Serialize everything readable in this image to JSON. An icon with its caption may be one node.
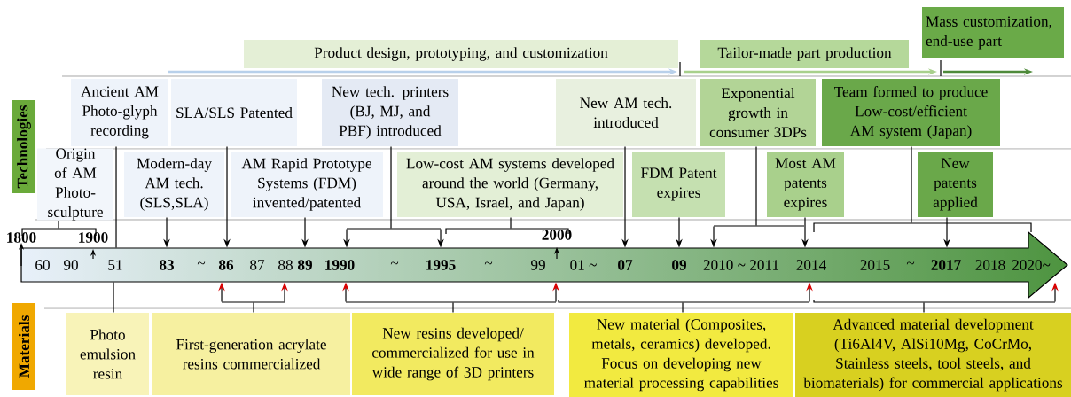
{
  "diagram": {
    "nodes": [
      {
        "text": [
          "Product design, prototyping, and customization"
        ]
      },
      {
        "text": [
          "Tailor-made part production"
        ]
      },
      {
        "text": [
          "Mass customization, end-use part"
        ]
      },
      {
        "text": [
          "Technologies"
        ]
      },
      {
        "text": [
          "Ancient AM Photo-glyph recording"
        ]
      },
      {
        "text": [
          "SLA/SLS Patented"
        ]
      },
      {
        "text": [
          "New tech. printers (BJ, MJ, and PBF) introduced"
        ]
      },
      {
        "text": [
          "New AM tech. introduced"
        ]
      },
      {
        "text": [
          "Exponential growth in consumer 3DPs"
        ]
      },
      {
        "text": [
          "Team formed to produce Low-cost/efficient AM system (Japan)"
        ]
      },
      {
        "text": [
          "Origin of AM Photo-sculpture"
        ]
      },
      {
        "text": [
          "Modern-day AM tech. (SLS,SLA)"
        ]
      },
      {
        "text": [
          "AM Rapid Prototype Systems (FDM) invented/patented"
        ]
      },
      {
        "text": [
          "Low-cost AM systems developed around the world (Germany, USA, Israel, and Japan)"
        ]
      },
      {
        "text": [
          "FDM Patent expires"
        ]
      },
      {
        "text": [
          "Most AM patents expires"
        ]
      },
      {
        "text": [
          "New patents applied"
        ]
      },
      {
        "text": [
          "60",
          "90",
          "51",
          "83",
          "~",
          "86",
          "87",
          "88",
          "89",
          "1990",
          "~",
          "1995",
          "~",
          "99",
          "01 ~",
          "07",
          "09",
          "2010 ~ 2011",
          "2014",
          "2015",
          "~",
          "2017",
          "2018",
          "2020~"
        ]
      },
      {
        "text": [
          "Materials"
        ]
      },
      {
        "text": [
          "Photo emulsion resin"
        ]
      },
      {
        "text": [
          "First-generation acrylate resins commercialized"
        ]
      },
      {
        "text": [
          "New resins developed/ commercialized for use in wide range of 3D printers"
        ]
      },
      {
        "text": [
          "New material (Composites, metals, ceramics) developed. Focus on developing new material processing capabilities"
        ]
      },
      {
        "text": [
          "Advanced material development (Ti6Al4V, AlSi10Mg, CoCrMo, Stainless steels, tool steels, and biomaterials) for commercial applications"
        ]
      },
      {
        "text": [],
        "shape": "bracket"
      },
      {
        "text": [],
        "shape": "bracket"
      },
      {
        "text": [],
        "shape": "bracket"
      },
      {
        "text": [],
        "shape": "bracket"
      },
      {
        "text": [],
        "shape": "bracket"
      },
      {
        "text": [],
        "shape": "bracket"
      },
      {
        "text": [],
        "shape": "bracket"
      },
      {
        "text": [],
        "shape": "bracket"
      },
      {
        "text": [],
        "shape": "bracket"
      }
    ],
    "edges": [
      {
        "from": 4,
        "to": 17,
        "arrow": "none"
      },
      {
        "from": 11,
        "to": 17,
        "arrow": "to"
      },
      {
        "from": 5,
        "to": 17,
        "arrow": "to"
      },
      {
        "from": 12,
        "to": 17,
        "arrow": "to"
      },
      {
        "from": 7,
        "to": 17,
        "arrow": "to"
      },
      {
        "from": 14,
        "to": 17,
        "arrow": "to"
      },
      {
        "from": 15,
        "to": 17,
        "arrow": "to"
      },
      {
        "from": 16,
        "to": 17,
        "arrow": "to"
      },
      {
        "from": 19,
        "to": 17,
        "arrow": "none"
      },
      {
        "from": 10,
        "to": 24,
        "arrow": "none"
      },
      {
        "from": 6,
        "to": 25,
        "arrow": "none"
      },
      {
        "from": 25,
        "to": 17,
        "arrow": "to"
      },
      {
        "from": 25,
        "to": 17,
        "arrow": "to"
      },
      {
        "from": 13,
        "to": 26,
        "arrow": "none"
      },
      {
        "from": 8,
        "to": 27,
        "arrow": "none"
      },
      {
        "from": 27,
        "to": 17,
        "arrow": "to"
      },
      {
        "from": 9,
        "to": 28,
        "arrow": "none"
      },
      {
        "from": 20,
        "to": 29,
        "arrow": "none"
      },
      {
        "from": 29,
        "to": 17,
        "arrow": "to"
      },
      {
        "from": 29,
        "to": 17,
        "arrow": "to"
      },
      {
        "from": 21,
        "to": 30,
        "arrow": "none"
      },
      {
        "from": 30,
        "to": 17,
        "arrow": "to"
      },
      {
        "from": 30,
        "to": 17,
        "arrow": "to"
      },
      {
        "from": 22,
        "to": 31,
        "arrow": "none"
      },
      {
        "from": 31,
        "to": 17,
        "arrow": "to"
      },
      {
        "from": 23,
        "to": 32,
        "arrow": "none"
      },
      {
        "from": 32,
        "to": 17,
        "arrow": "to"
      }
    ],
    "labels": [
      "1800",
      "1900",
      "2000"
    ]
  }
}
